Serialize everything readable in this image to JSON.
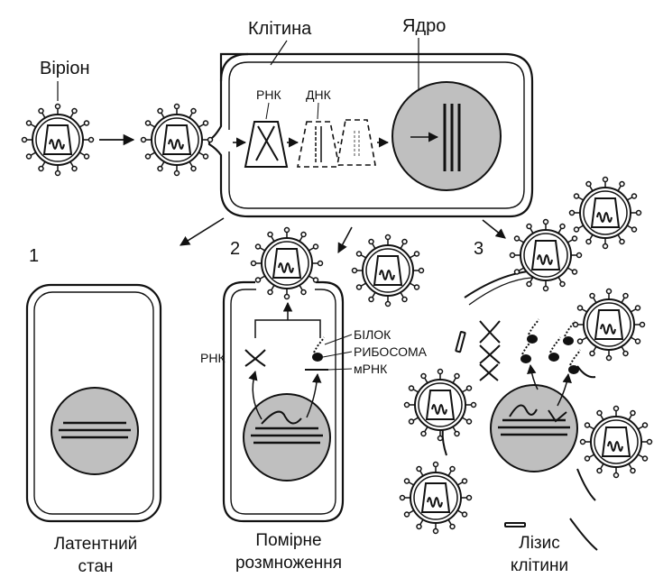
{
  "labels": {
    "cell": "Клітина",
    "nucleus": "Ядро",
    "virion": "Віріон",
    "rna_top": "РНК",
    "dna_top": "ДНК",
    "rna_left": "РНК",
    "protein": "БІЛОК",
    "ribosome": "РИБОСОМА",
    "mrna": "мРНК"
  },
  "panels": [
    {
      "number": "1",
      "caption_line1": "Латентний",
      "caption_line2": "стан"
    },
    {
      "number": "2",
      "caption_line1": "Помірне",
      "caption_line2": "розмноження"
    },
    {
      "number": "3",
      "caption_line1": "Лізис",
      "caption_line2": "клітини"
    }
  ],
  "colors": {
    "line": "#111111",
    "nucleus_fill": "#bfbfbf",
    "background": "#ffffff"
  }
}
